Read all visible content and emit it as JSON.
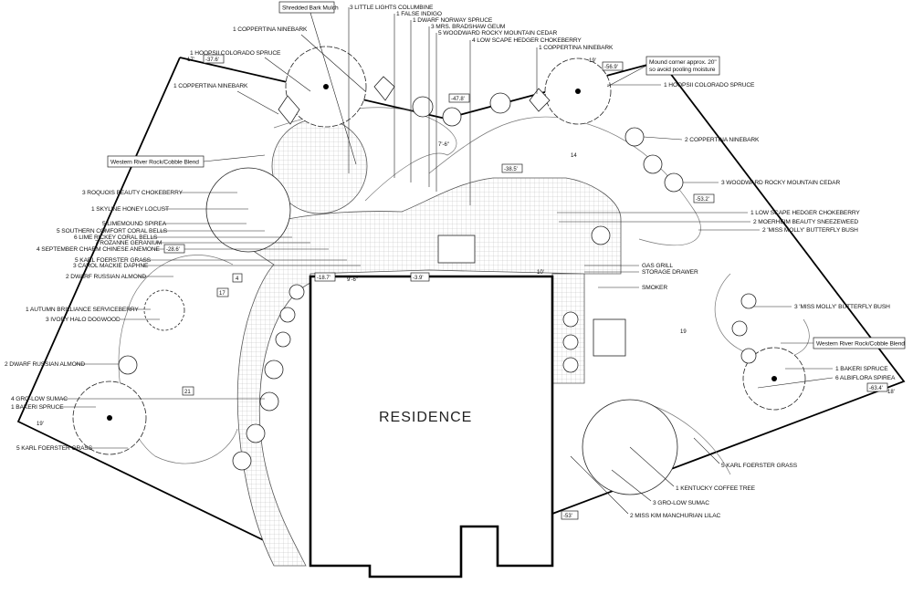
{
  "plan": {
    "building_label": "RESIDENCE",
    "material_notes": {
      "mulch": "Shredded Bark Mulch",
      "rock_left": "Western River Rock/Cobble Blend",
      "rock_right": "Western River Rock/Cobble Blend",
      "mound_line1": "Mound corner approx. 20\"",
      "mound_line2": "so avoid pooling moisture"
    },
    "top_labels": [
      "3 LITTLE LIGHTS COLUMBINE",
      "1 FALSE INDIGO",
      "1 DWARF NORWAY SPRUCE",
      "3 MRS. BRADSHAW GEUM",
      "5 WOODWARD ROCKY MOUNTAIN CEDAR",
      "4 LOW SCAPE HEDGER CHOKEBERRY",
      "1 COPPERTINA NINEBARK"
    ],
    "left_labels": [
      "1 COPPERTINA NINEBARK",
      "1 HOOPSII COLORADO SPRUCE",
      "1 COPPERTINA NINEBARK",
      "3 ROQUOIS BEAUTY CHOKEBERRY",
      "1 SKYLINE HONEY LOCUST",
      "5 LIMEMOUND SPIREA",
      "5 SOUTHERN COMFORT CORAL BELLS",
      "6 LIME RICKEY CORAL BELLS",
      "7 ROZANNE GERANIUM",
      "4 SEPTEMBER CHARM CHINESE ANEMONE",
      "5 KARL FOERSTER GRASS",
      "3 CAROL MACKIE DAPHNE",
      "2 DWARF RUSSIAN ALMOND",
      "1 AUTUMN BRILLIANCE SERVICEBERRY",
      "3 IVORY HALO DOGWOOD",
      "2 DWARF RUSSIAN ALMOND",
      "4 GRO-LOW SUMAC",
      "1 BAKERI SPRUCE",
      "5 KARL FOERSTER GRASS"
    ],
    "right_labels": [
      "1 HOOPSII COLORADO SPRUCE",
      "2 COPPERTINA NINEBARK",
      "3 WOODWARD ROCKY MOUNTAIN CEDAR",
      "1 LOW SCAPE HEDGER CHOKEBERRY",
      "2 MOERHEIM BEAUTY SNEEZEWEED",
      "2 'MISS MOLLY' BUTTERFLY BUSH",
      "GAS GRILL",
      "STORAGE DRAWER",
      "SMOKER",
      "3 'MISS MOLLY' BUTTERFLY BUSH",
      "1 BAKERI SPRUCE",
      "6 ALBIFLORA SPIREA",
      "5 KARL FOERSTER GRASS",
      "1 KENTUCKY COFFEE TREE",
      "3 GRO-LOW SUMAC",
      "2 MISS KIM MANCHURIAN LILAC"
    ],
    "elevations": [
      "-37.6'",
      "-47.8'",
      "-56.9'",
      "-53.2'",
      "-63.4'",
      "-38.5'",
      "-28.6'",
      "-18.7'",
      "-3.9'",
      "-53'"
    ],
    "dimensions": [
      "17'",
      "19'",
      "18'",
      "19'",
      "14",
      "21",
      "19",
      "4",
      "17",
      "7'-6\"",
      "9'-6\"",
      "10'"
    ]
  }
}
